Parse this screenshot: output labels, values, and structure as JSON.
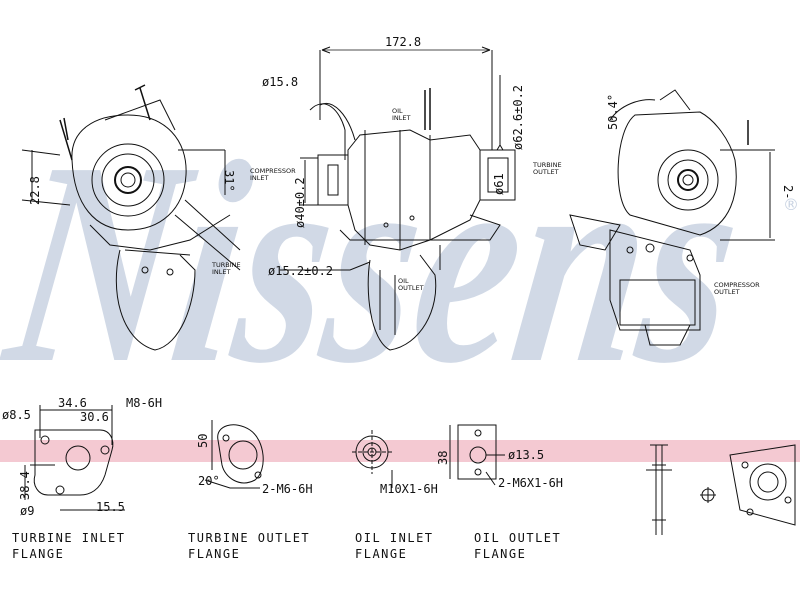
{
  "watermark": {
    "text": "Nissens",
    "symbol": "®",
    "color": "#c9d3e2"
  },
  "band_color": "#f4c9d2",
  "top_views": {
    "left": {
      "dim_angle": "22.8",
      "dim_angle_2": "31°"
    },
    "center": {
      "overall_width": "172.8",
      "pipe_diameter": "ø15.8",
      "oil_inlet_note": "OIL\nINLET",
      "compressor_inlet_note": "COMPRESSOR\nINLET",
      "bore_diameter": "ø40±0.2",
      "outlet_diameter": "ø62.6±0.2",
      "outlet_inner_diameter": "ø61",
      "turbine_outlet_note": "TURBINE\nOUTLET",
      "drain_diameter": "ø15.2±0.2",
      "oil_outlet_note": "OIL\nOUTLET",
      "turbine_inlet_note": "TURBINE\nINLET"
    },
    "right": {
      "angle": "50.4°",
      "height_mark": "2-",
      "compressor_outlet_note": "COMPRESSOR\nOUTLET"
    }
  },
  "flanges": {
    "turbine_inlet": {
      "caption_1": "TURBINE INLET",
      "caption_2": "FLANGE",
      "dia_bolt": "ø8.5",
      "width": "34.6",
      "offset": "30.6",
      "thread": "M8-6H",
      "height": "38.4",
      "dia_small": "ø9",
      "bottom": "15.5"
    },
    "turbine_outlet": {
      "caption_1": "TURBINE OUTLET",
      "caption_2": "FLANGE",
      "height": "50",
      "angle": "20°",
      "thread": "2-M6-6H"
    },
    "oil_inlet": {
      "caption_1": "OIL INLET",
      "caption_2": "FLANGE",
      "thread": "M10X1-6H"
    },
    "oil_outlet": {
      "caption_1": "OIL OUTLET",
      "caption_2": "FLANGE",
      "height": "38",
      "diameter": "ø13.5",
      "thread": "2-M6X1-6H"
    }
  }
}
